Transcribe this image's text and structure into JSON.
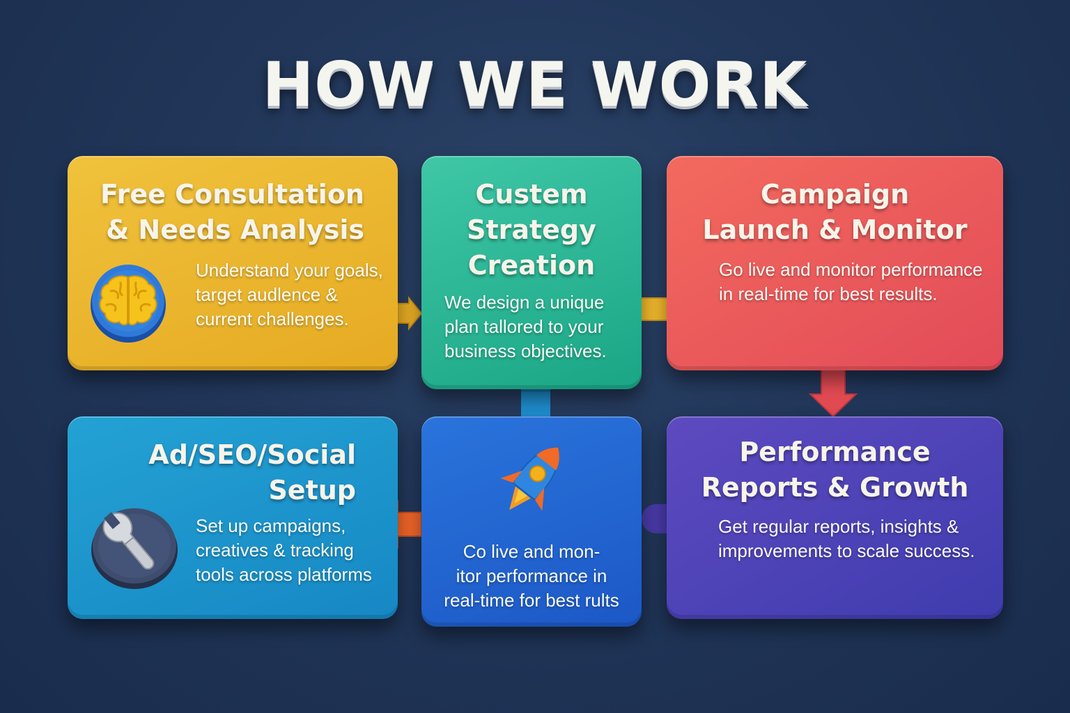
{
  "page": {
    "title": "HOW WE WORK"
  },
  "steps": [
    {
      "title": "Free Consultation\n& Needs Analysis",
      "description": "Understand your goals,\ntarget audlence &\ncurrent challenges.",
      "icon": "brain-icon",
      "color": "#e9b52c"
    },
    {
      "title": "Custem\nStrategy\nCreation",
      "description": "We design a unique\nplan tallored to your\nbusiness objectives.",
      "color": "#27b592"
    },
    {
      "title": "Campaign\nLaunch & Monitor",
      "description": "Go live and monitor performance\nin real-time for best results.",
      "color": "#eb5a5a"
    },
    {
      "title": "Ad/SEO/Social\nSetup",
      "description": "Set up campaigns,\ncreatives & tracking\ntools across platforms",
      "icon": "wrench-icon",
      "color": "#1e95cc"
    },
    {
      "description": "Co live and mon-\nitor performance in\nreal-time for best rults",
      "icon": "rocket-icon",
      "color": "#2466d2"
    },
    {
      "title": "Performance\nReports & Growth",
      "description": "Get regular reports, insights &\nimprovements to scale success.",
      "color": "#4e44b8"
    }
  ]
}
